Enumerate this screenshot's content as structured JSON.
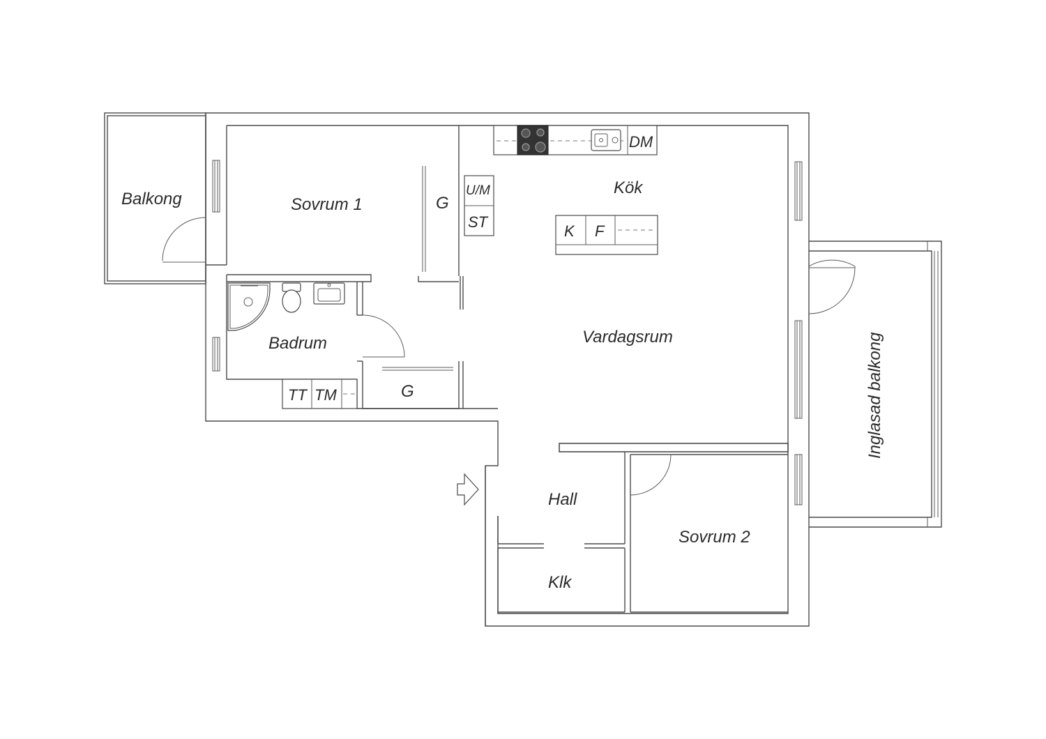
{
  "rooms": {
    "balkong": "Balkong",
    "sovrum1": "Sovrum 1",
    "garderob1": "G",
    "um": "U/M",
    "st": "ST",
    "kok": "Kök",
    "dm": "DM",
    "k": "K",
    "f": "F",
    "badrum": "Badrum",
    "vardagsrum": "Vardagsrum",
    "inglasad_balkong": "Inglasad balkong",
    "tt": "TT",
    "tm": "TM",
    "garderob2": "G",
    "hall": "Hall",
    "sovrum2": "Sovrum 2",
    "klk": "Klk"
  },
  "icons": {
    "entrance": "entrance-arrow-icon"
  }
}
